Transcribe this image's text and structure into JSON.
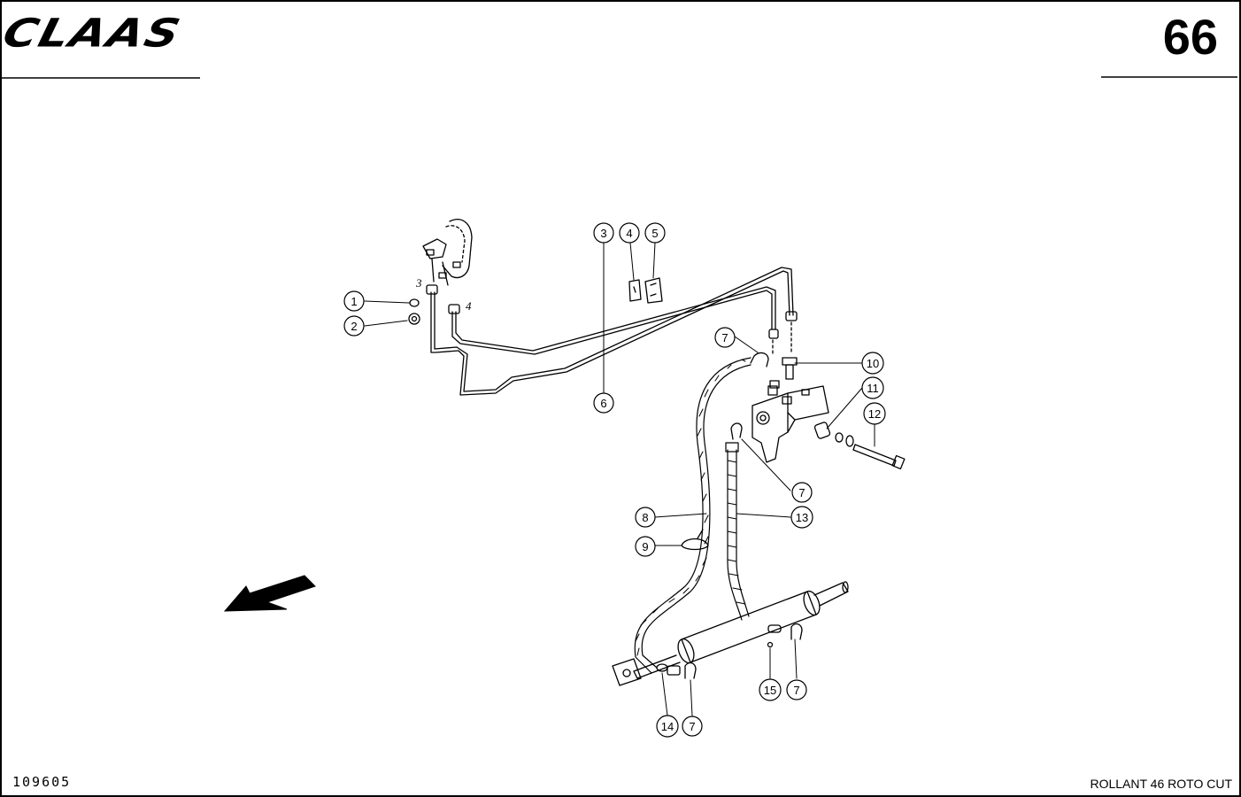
{
  "header": {
    "brand": "CLAAS",
    "page_number": "66"
  },
  "footer": {
    "document_number": "109605",
    "model": "ROLLANT 46 ROTO CUT"
  },
  "pipe_labels": {
    "port_a": "3",
    "port_b": "4"
  },
  "callouts": [
    {
      "id": "c1",
      "label": "1"
    },
    {
      "id": "c2",
      "label": "2"
    },
    {
      "id": "c3",
      "label": "3"
    },
    {
      "id": "c4",
      "label": "4"
    },
    {
      "id": "c5",
      "label": "5"
    },
    {
      "id": "c6",
      "label": "6"
    },
    {
      "id": "c7a",
      "label": "7"
    },
    {
      "id": "c7b",
      "label": "7"
    },
    {
      "id": "c7c",
      "label": "7"
    },
    {
      "id": "c7d",
      "label": "7"
    },
    {
      "id": "c8",
      "label": "8"
    },
    {
      "id": "c9",
      "label": "9"
    },
    {
      "id": "c10",
      "label": "10"
    },
    {
      "id": "c11",
      "label": "11"
    },
    {
      "id": "c12",
      "label": "12"
    },
    {
      "id": "c13",
      "label": "13"
    },
    {
      "id": "c14",
      "label": "14"
    },
    {
      "id": "c15",
      "label": "15"
    }
  ]
}
